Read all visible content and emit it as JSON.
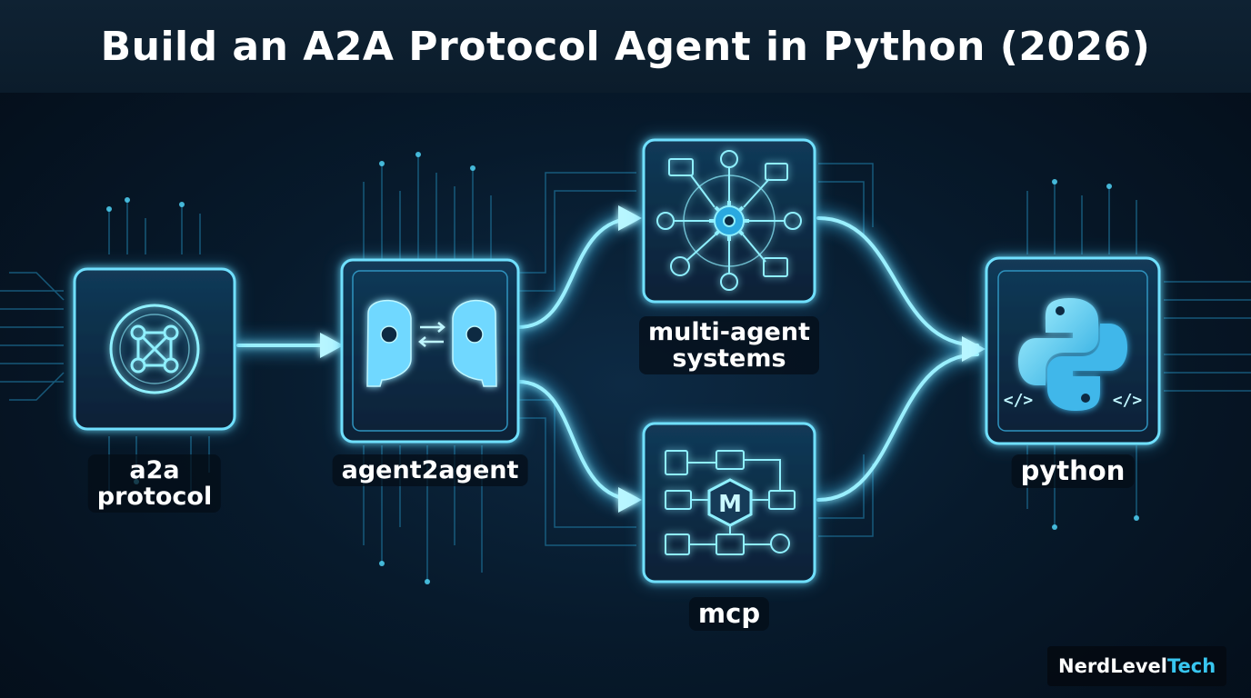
{
  "title": "Build an A2A Protocol Agent in Python (2026)",
  "nodes": {
    "a2a": {
      "label": "a2a\nprotocol",
      "icon": "network-hub-icon"
    },
    "agent2agent": {
      "label": "agent2agent",
      "icon": "two-robots-exchange-icon"
    },
    "multi_agent": {
      "label": "multi-agent\nsystems",
      "icon": "gear-hub-icon"
    },
    "mcp": {
      "label": "mcp",
      "icon": "m-flowchart-icon",
      "glyph": "M"
    },
    "python": {
      "label": "python",
      "icon": "python-logo-icon",
      "code_left": "</>",
      "code_right": "</>"
    }
  },
  "brand": {
    "part1": "NerdLevel",
    "part2": "Tech"
  },
  "colors": {
    "accent": "#38c6f0",
    "glow": "#7fe7ff",
    "panel": "#0c2a42",
    "background": "#071a2c"
  }
}
